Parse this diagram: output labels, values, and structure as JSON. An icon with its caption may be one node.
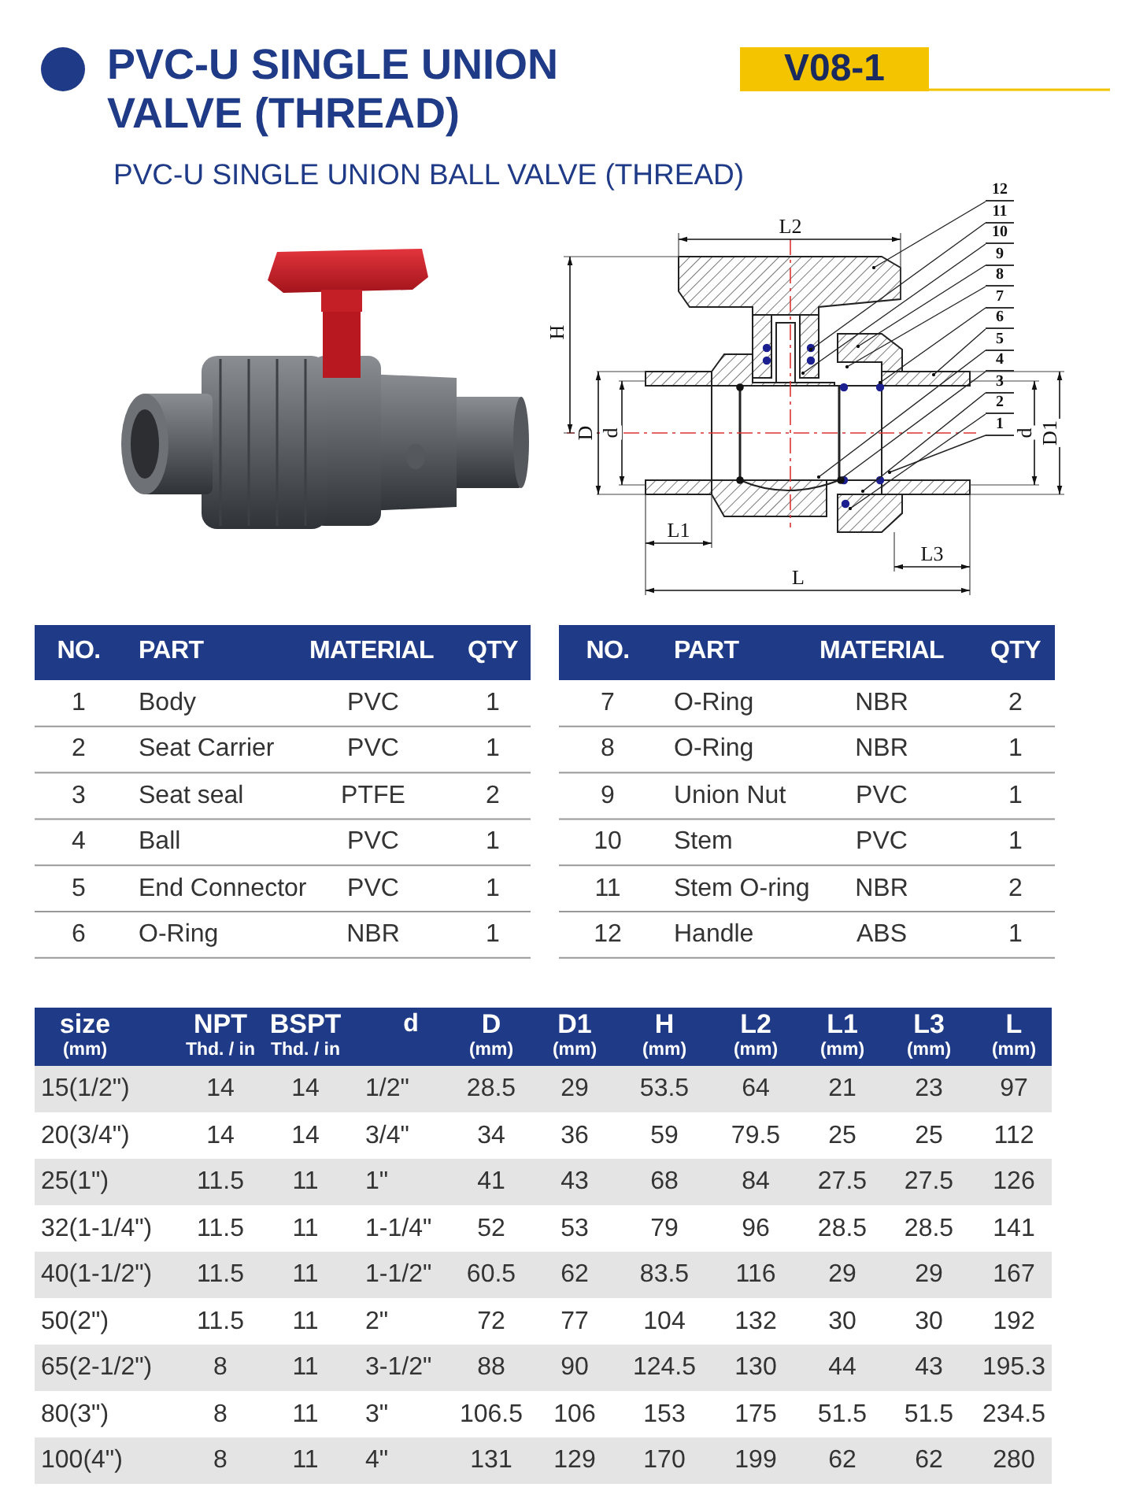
{
  "diagram": {
    "title": "PVC-U SINGLE UNION VALVE (THREAD)",
    "nodes": [
      {
        "text": [
          "12"
        ]
      },
      {
        "text": [
          "11"
        ]
      },
      {
        "text": [
          "10"
        ]
      },
      {
        "text": [
          "9"
        ]
      },
      {
        "text": [
          "8"
        ]
      },
      {
        "text": [
          "7"
        ]
      },
      {
        "text": [
          "6"
        ]
      },
      {
        "text": [
          "5"
        ]
      },
      {
        "text": [
          "4"
        ]
      },
      {
        "text": [
          "3"
        ]
      },
      {
        "text": [
          "2"
        ]
      },
      {
        "text": [
          "1"
        ]
      }
    ],
    "edges": [
      {
        "from": 0,
        "to": null,
        "arrow": "other"
      },
      {
        "from": 1,
        "to": null,
        "arrow": "other"
      },
      {
        "from": 2,
        "to": null,
        "arrow": "other"
      },
      {
        "from": 3,
        "to": null,
        "arrow": "other"
      },
      {
        "from": 4,
        "to": null,
        "arrow": "other"
      },
      {
        "from": 5,
        "to": null,
        "arrow": "other"
      },
      {
        "from": 6,
        "to": null,
        "arrow": "other"
      },
      {
        "from": 7,
        "to": null,
        "arrow": "other"
      },
      {
        "from": 8,
        "to": null,
        "arrow": "other"
      },
      {
        "from": 9,
        "to": null,
        "arrow": "other"
      },
      {
        "from": 10,
        "to": null,
        "arrow": "other"
      },
      {
        "from": 11,
        "to": null,
        "arrow": "other"
      }
    ],
    "labels": [
      "V08-1",
      "PVC-U SINGLE UNION BALL VALVE (THREAD)",
      "L2",
      "H",
      "D",
      "d",
      "d",
      "D1",
      "L1",
      "L3",
      "L",
      "NO.",
      "PART",
      "MATERIAL",
      "QTY",
      "NO.",
      "PART",
      "MATERIAL",
      "QTY",
      "1",
      "Body",
      "PVC",
      "1",
      "7",
      "O-Ring",
      "NBR",
      "2",
      "2",
      "Seat Carrier",
      "PVC",
      "1",
      "8",
      "O-Ring",
      "NBR",
      "1",
      "3",
      "Seat seal",
      "PTFE",
      "2",
      "9",
      "Union Nut",
      "PVC",
      "1",
      "4",
      "Ball",
      "PVC",
      "1",
      "10",
      "Stem",
      "PVC",
      "1",
      "5",
      "End Connector",
      "PVC",
      "1",
      "11",
      "Stem O-ring",
      "NBR",
      "2",
      "6",
      "O-Ring",
      "NBR",
      "1",
      "12",
      "Handle",
      "ABS",
      "1",
      "size (mm)",
      "NPT Thd. / in",
      "BSPT Thd. / in",
      "d",
      "D (mm)",
      "D1 (mm)",
      "H (mm)",
      "L2 (mm)",
      "L1 (mm)",
      "L3 (mm)",
      "L (mm)",
      "15(1/2\")",
      "14",
      "14",
      "1/2\"",
      "28.5",
      "29",
      "53.5",
      "64",
      "21",
      "23",
      "97",
      "20(3/4\")",
      "14",
      "14",
      "3/4\"",
      "34",
      "36",
      "59",
      "79.5",
      "25",
      "25",
      "112",
      "25(1\")",
      "11.5",
      "11",
      "1\"",
      "41",
      "43",
      "68",
      "84",
      "27.5",
      "27.5",
      "126",
      "32(1-1/4\")",
      "11.5",
      "11",
      "1-1/4\"",
      "52",
      "53",
      "79",
      "96",
      "28.5",
      "28.5",
      "141",
      "40(1-1/2\")",
      "11.5",
      "11",
      "1-1/2\"",
      "60.5",
      "62",
      "83.5",
      "116",
      "29",
      "29",
      "167",
      "50(2\")",
      "11.5",
      "11",
      "2\"",
      "72",
      "77",
      "104",
      "132",
      "30",
      "30",
      "192",
      "65(2-1/2\")",
      "8",
      "11",
      "3-1/2\"",
      "88",
      "90",
      "124.5",
      "130",
      "44",
      "43",
      "195.3",
      "80(3\")",
      "8",
      "11",
      "3\"",
      "106.5",
      "106",
      "153",
      "175",
      "51.5",
      "51.5",
      "234.5",
      "100(4\")",
      "8",
      "11",
      "4\"",
      "131",
      "129",
      "170",
      "199",
      "62",
      "62",
      "280"
    ]
  }
}
